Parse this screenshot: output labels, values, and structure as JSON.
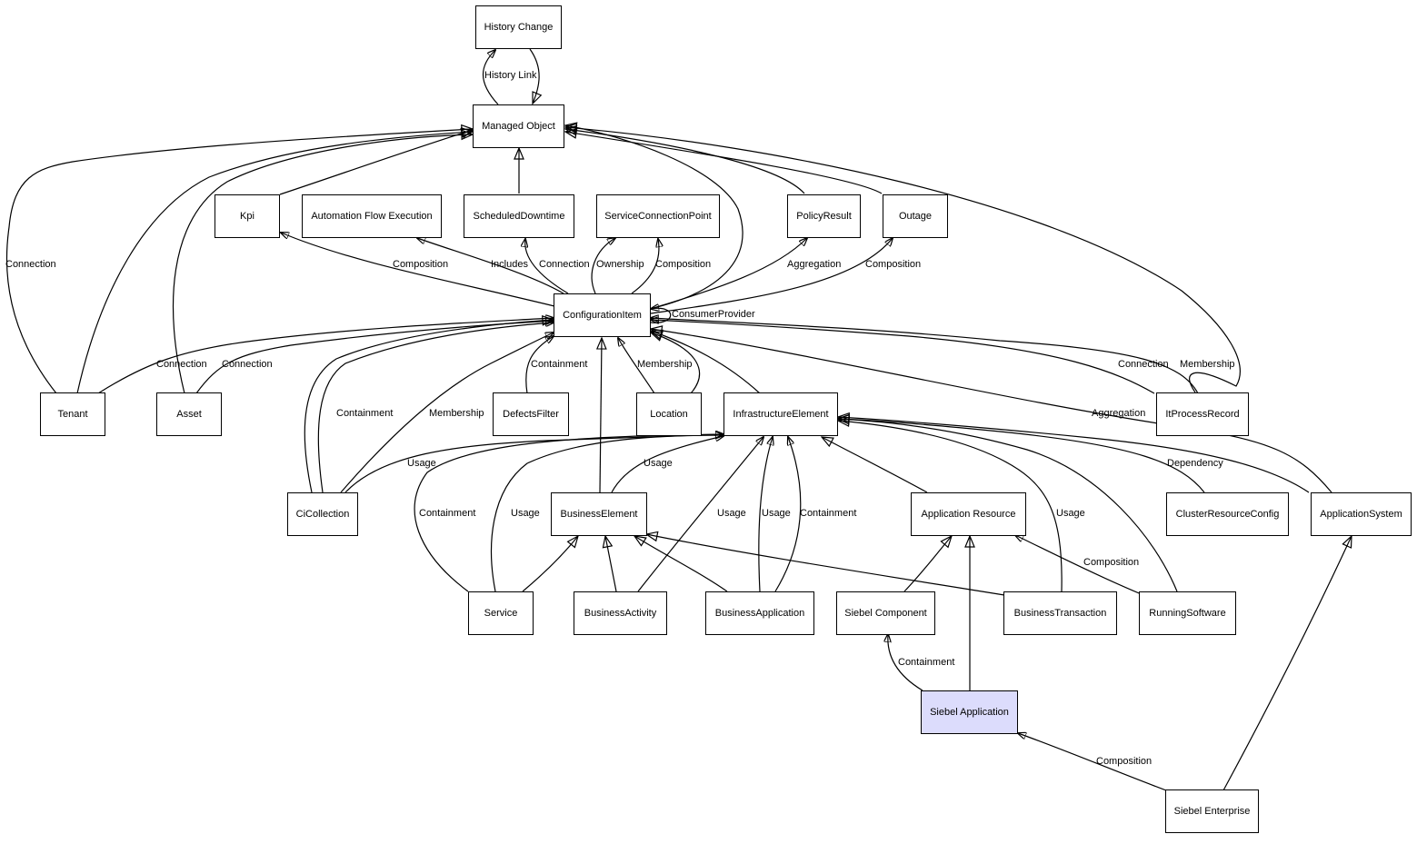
{
  "nodes": {
    "history_change": "History Change",
    "managed_object": "Managed Object",
    "kpi": "Kpi",
    "automation_flow_execution": "Automation Flow Execution",
    "scheduled_downtime": "ScheduledDowntime",
    "service_connection_point": "ServiceConnectionPoint",
    "policy_result": "PolicyResult",
    "outage": "Outage",
    "configuration_item": "ConfigurationItem",
    "tenant": "Tenant",
    "asset": "Asset",
    "defects_filter": "DefectsFilter",
    "location": "Location",
    "infrastructure_element": "InfrastructureElement",
    "it_process_record": "ItProcessRecord",
    "ci_collection": "CiCollection",
    "business_element": "BusinessElement",
    "application_resource": "Application Resource",
    "cluster_resource_config": "ClusterResourceConfig",
    "application_system": "ApplicationSystem",
    "service": "Service",
    "business_activity": "BusinessActivity",
    "business_application": "BusinessApplication",
    "siebel_component": "Siebel Component",
    "business_transaction": "BusinessTransaction",
    "running_software": "RunningSoftware",
    "siebel_application": "Siebel Application",
    "siebel_enterprise": "Siebel Enterprise"
  },
  "edge_labels": {
    "history_link": "History Link",
    "tenant_connection_mo": "Connection",
    "ci_kpi_composition": "Composition",
    "ci_afe_includes": "Includes",
    "ci_sd_connection": "Connection",
    "ci_scp_ownership": "Ownership",
    "ci_scp_composition": "Composition",
    "ci_policy_aggregation": "Aggregation",
    "ci_outage_composition": "Composition",
    "consumer_provider": "ConsumerProvider",
    "tenant_ci_connection": "Connection",
    "asset_ci_connection": "Connection",
    "defects_containment": "Containment",
    "location_membership": "Membership",
    "itpr_ci_connection": "Connection",
    "itpr_membership": "Membership",
    "cicoll_containment": "Containment",
    "cicoll_membership": "Membership",
    "appsys_aggregation": "Aggregation",
    "cicoll_usage": "Usage",
    "be_usage": "Usage",
    "crc_dependency": "Dependency",
    "service_containment": "Containment",
    "service_usage": "Usage",
    "activity_usage": "Usage",
    "bapp_usage": "Usage",
    "bapp_containment": "Containment",
    "btx_usage": "Usage",
    "rs_composition": "Composition",
    "sa_containment": "Containment",
    "se_composition": "Composition"
  },
  "highlight_color": "#dcdcfc"
}
